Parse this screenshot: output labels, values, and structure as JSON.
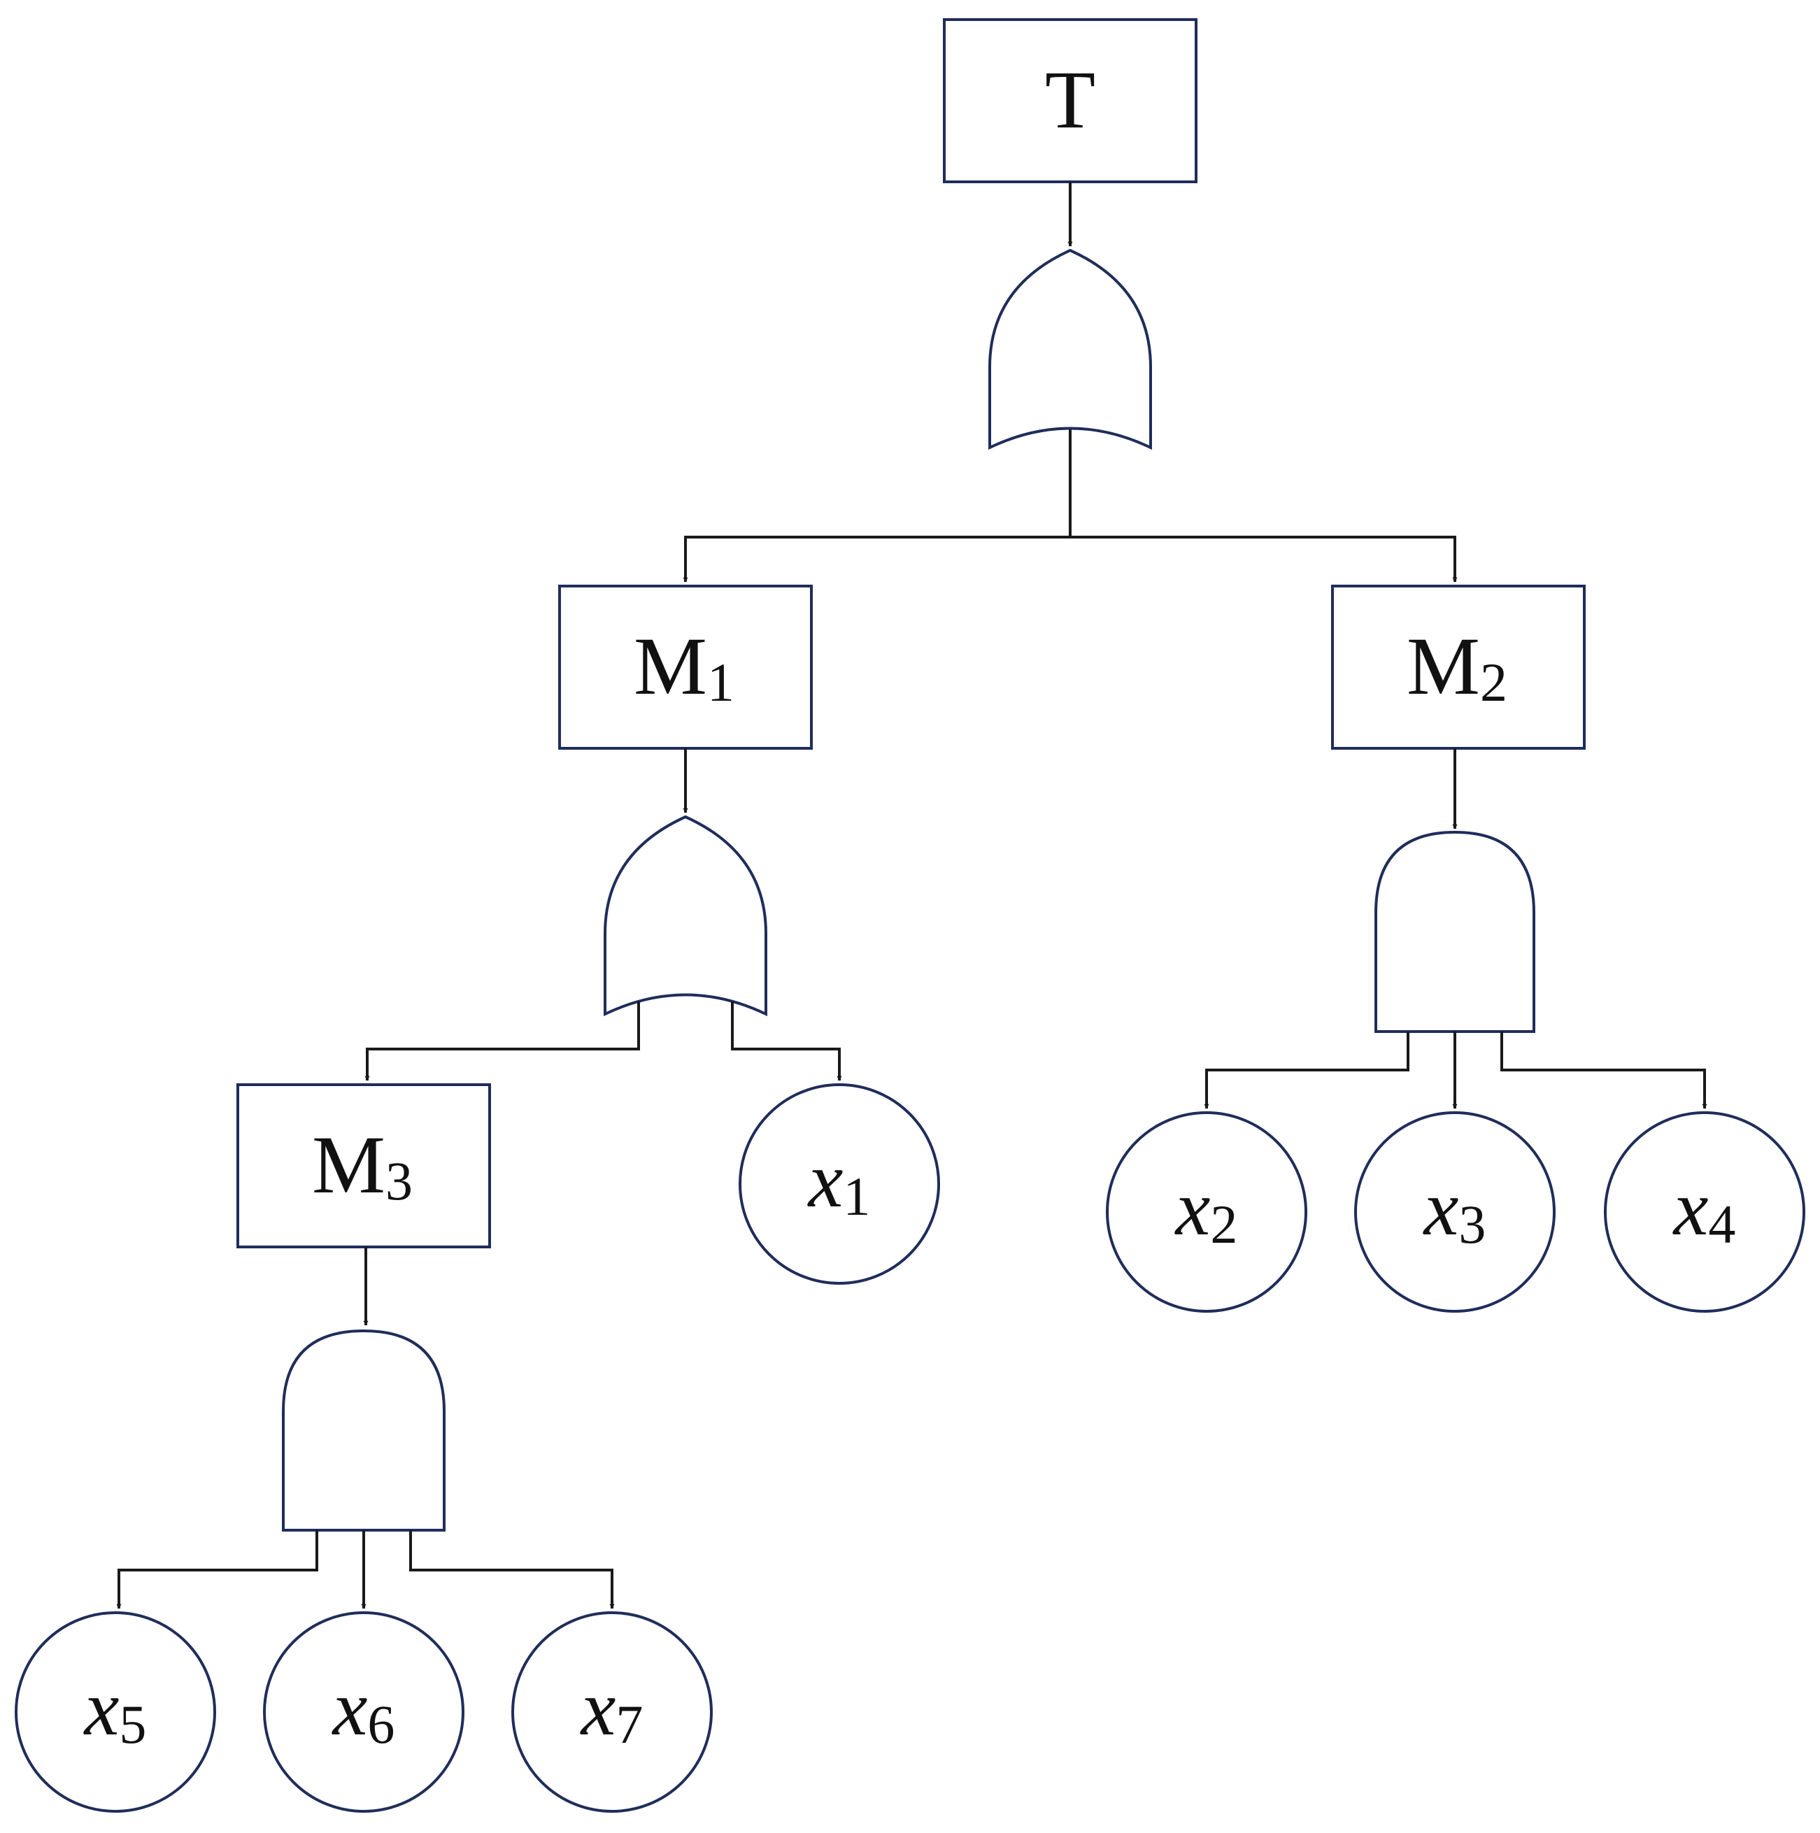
{
  "diagram": {
    "type": "fault-tree",
    "colors": {
      "line": "#1f2d5a",
      "arrow": "#1a1a1a",
      "text": "#111111"
    },
    "top_event": {
      "label": "T",
      "gate": "OR"
    },
    "intermediate_events": [
      {
        "base": "M",
        "sub": "1",
        "gate": "OR"
      },
      {
        "base": "M",
        "sub": "2",
        "gate": "AND"
      },
      {
        "base": "M",
        "sub": "3",
        "gate": "AND"
      }
    ],
    "basic_events": [
      {
        "base": "x",
        "sub": "1"
      },
      {
        "base": "x",
        "sub": "2"
      },
      {
        "base": "x",
        "sub": "3"
      },
      {
        "base": "x",
        "sub": "4"
      },
      {
        "base": "x",
        "sub": "5"
      },
      {
        "base": "x",
        "sub": "6"
      },
      {
        "base": "x",
        "sub": "7"
      }
    ],
    "connections": [
      {
        "from": "T",
        "to": [
          "M1",
          "M2"
        ]
      },
      {
        "from": "M1",
        "to": [
          "M3",
          "x1"
        ]
      },
      {
        "from": "M2",
        "to": [
          "x2",
          "x3",
          "x4"
        ]
      },
      {
        "from": "M3",
        "to": [
          "x5",
          "x6",
          "x7"
        ]
      }
    ]
  }
}
